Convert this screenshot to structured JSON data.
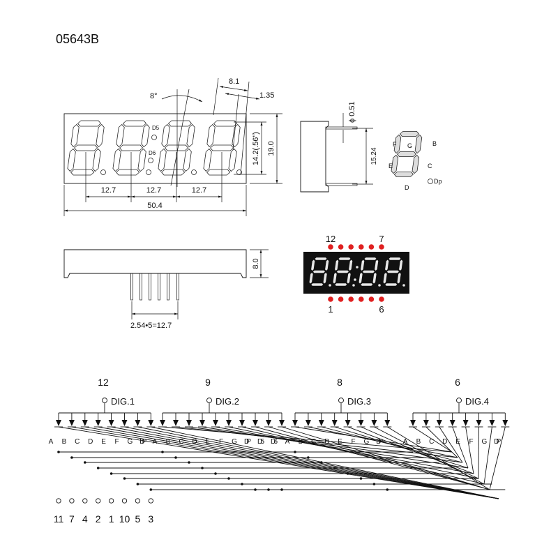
{
  "title": "05643B",
  "front_view": {
    "angle": "8°",
    "segment_width": "8.1",
    "segment_offset": "1.35",
    "pitch": [
      "12.7",
      "12.7",
      "12.7"
    ],
    "total_width": "50.4",
    "digit_height": "14.2(.56\")",
    "height": "19.0",
    "dot_labels": [
      "D5",
      "D6"
    ]
  },
  "side_view": {
    "pin_diameter": "ϕ 0.51",
    "row_spacing": "15.24"
  },
  "segment_map": {
    "labels": [
      "F",
      "G",
      "B",
      "E",
      "C",
      "D",
      "Dp"
    ]
  },
  "bottom_view": {
    "pin_pitch": "2.54•5=12.7",
    "depth": "8.0"
  },
  "photo": {
    "top_pins": [
      "12",
      "7"
    ],
    "bottom_pins": [
      "1",
      "6"
    ],
    "body_color": "#111111",
    "segment_color": "#e8e8e8",
    "pin_dot_color": "#e02020"
  },
  "schematic": {
    "digits": [
      {
        "pin": "12",
        "label": "DIG.1",
        "segments": [
          "A",
          "B",
          "C",
          "D",
          "E",
          "F",
          "G",
          "DP"
        ]
      },
      {
        "pin": "9",
        "label": "DIG.2",
        "segments": [
          "A",
          "B",
          "C",
          "D",
          "E",
          "F",
          "G",
          "DP",
          "D5",
          "D6"
        ]
      },
      {
        "pin": "8",
        "label": "DIG.3",
        "segments": [
          "A",
          "B",
          "C",
          "D",
          "E",
          "F",
          "G",
          "DP"
        ]
      },
      {
        "pin": "6",
        "label": "DIG.4",
        "segments": [
          "A",
          "B",
          "C",
          "D",
          "E",
          "F",
          "G",
          "DP"
        ]
      }
    ],
    "bottom_pins": [
      "11",
      "7",
      "4",
      "2",
      "1",
      "10",
      "5",
      "3"
    ]
  }
}
